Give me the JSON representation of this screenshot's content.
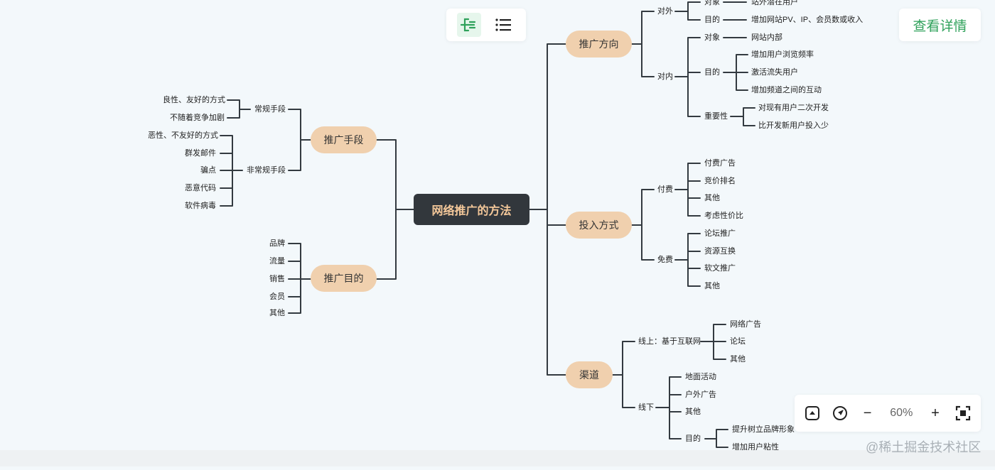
{
  "toolbar": {
    "mindmap_icon": "mindmap-icon",
    "outline_icon": "list-icon"
  },
  "detail_button": {
    "label": "查看详情"
  },
  "zoom": {
    "level": "60%",
    "minus": "−",
    "plus": "+"
  },
  "watermark": "@稀土掘金技术社区",
  "colors": {
    "root_bg": "#32373c",
    "root_text": "#f4c89a",
    "branch_bg": "#f0d0ae",
    "line": "#333a40",
    "accent": "#2ea15a",
    "background": "#f3f8fb"
  },
  "mindmap": {
    "root": "网络推广的方法",
    "left": [
      {
        "label": "推广手段",
        "children": [
          {
            "label": "常规手段",
            "children": [
              "良性、友好的方式",
              "不随着竞争加剧"
            ]
          },
          {
            "label": "非常规手段",
            "children": [
              "恶性、不友好的方式",
              "群发邮件",
              "骗点",
              "恶意代码",
              "软件病毒"
            ]
          }
        ]
      },
      {
        "label": "推广目的",
        "children": [
          "品牌",
          "流量",
          "销售",
          "会员",
          "其他"
        ]
      }
    ],
    "right": [
      {
        "label": "推广方向",
        "children": [
          {
            "label": "对外",
            "children": [
              {
                "label": "对象",
                "children": [
                  "站外潜在用户"
                ]
              },
              {
                "label": "目的",
                "children": [
                  "增加网站PV、IP、会员数或收入"
                ]
              }
            ]
          },
          {
            "label": "对内",
            "children": [
              {
                "label": "对象",
                "children": [
                  "网站内部"
                ]
              },
              {
                "label": "目的",
                "children": [
                  "增加用户浏览频率",
                  "激活流失用户",
                  "增加频道之间的互动"
                ]
              },
              {
                "label": "重要性",
                "children": [
                  "对现有用户二次开发",
                  "比开发新用户投入少"
                ]
              }
            ]
          }
        ]
      },
      {
        "label": "投入方式",
        "children": [
          {
            "label": "付费",
            "children": [
              "付费广告",
              "竞价排名",
              "其他",
              "考虑性价比"
            ]
          },
          {
            "label": "免费",
            "children": [
              "论坛推广",
              "资源互换",
              "软文推广",
              "其他"
            ]
          }
        ]
      },
      {
        "label": "渠道",
        "children": [
          {
            "label": "线上：基于互联网",
            "children": [
              "网络广告",
              "论坛",
              "其他"
            ]
          },
          {
            "label": "线下",
            "children": [
              "地面活动",
              "户外广告",
              "其他",
              {
                "label": "目的",
                "children": [
                  "提升树立品牌形象",
                  "增加用户粘性"
                ]
              }
            ]
          }
        ]
      }
    ]
  }
}
